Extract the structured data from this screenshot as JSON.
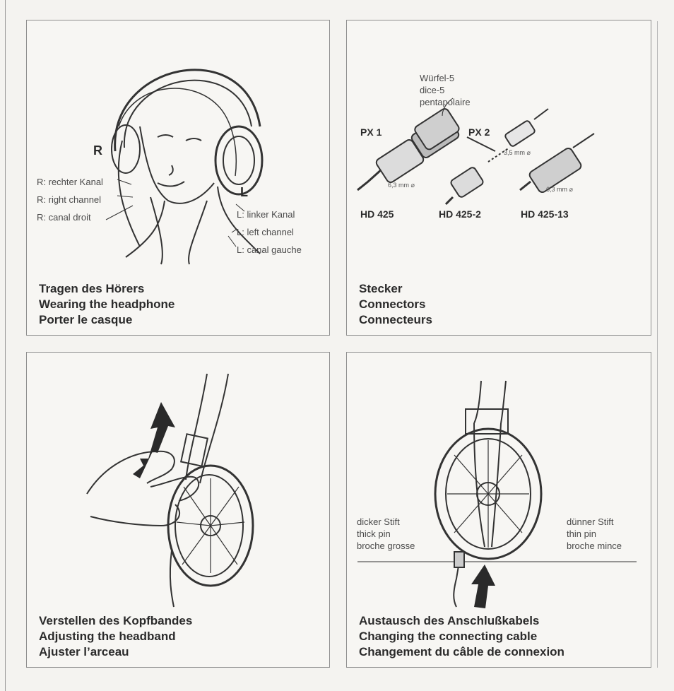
{
  "panel_wearing": {
    "letter_r": "R",
    "letter_l": "L",
    "right_labels": [
      "R: rechter Kanal",
      "R: right channel",
      "R: canal droit"
    ],
    "left_labels": [
      "L: linker Kanal",
      "L: left channel",
      "L: canal gauche"
    ],
    "caption": [
      "Tragen des Hörers",
      "Wearing the headphone",
      "Porter le casque"
    ]
  },
  "panel_connectors": {
    "dice_labels": [
      "Würfel-5",
      "dice-5",
      "pentapolaire"
    ],
    "px1": "PX 1",
    "px2": "PX 2",
    "dim_63_a": "6,3 mm ⌀",
    "dim_35": "3,5 mm ⌀",
    "dim_63_b": "6,3 mm ⌀",
    "models": [
      "HD 425",
      "HD 425-2",
      "HD 425-13"
    ],
    "caption": [
      "Stecker",
      "Connectors",
      "Connecteurs"
    ]
  },
  "panel_headband": {
    "caption": [
      "Verstellen des Kopfbandes",
      "Adjusting the headband",
      "Ajuster l’arceau"
    ]
  },
  "panel_cable": {
    "thick_labels": [
      "dicker Stift",
      "thick pin",
      "broche grosse"
    ],
    "thin_labels": [
      "dünner Stift",
      "thin pin",
      "broche mince"
    ],
    "caption": [
      "Austausch des Anschlußkabels",
      "Changing the connecting cable",
      "Changement du câble de connexion"
    ]
  }
}
